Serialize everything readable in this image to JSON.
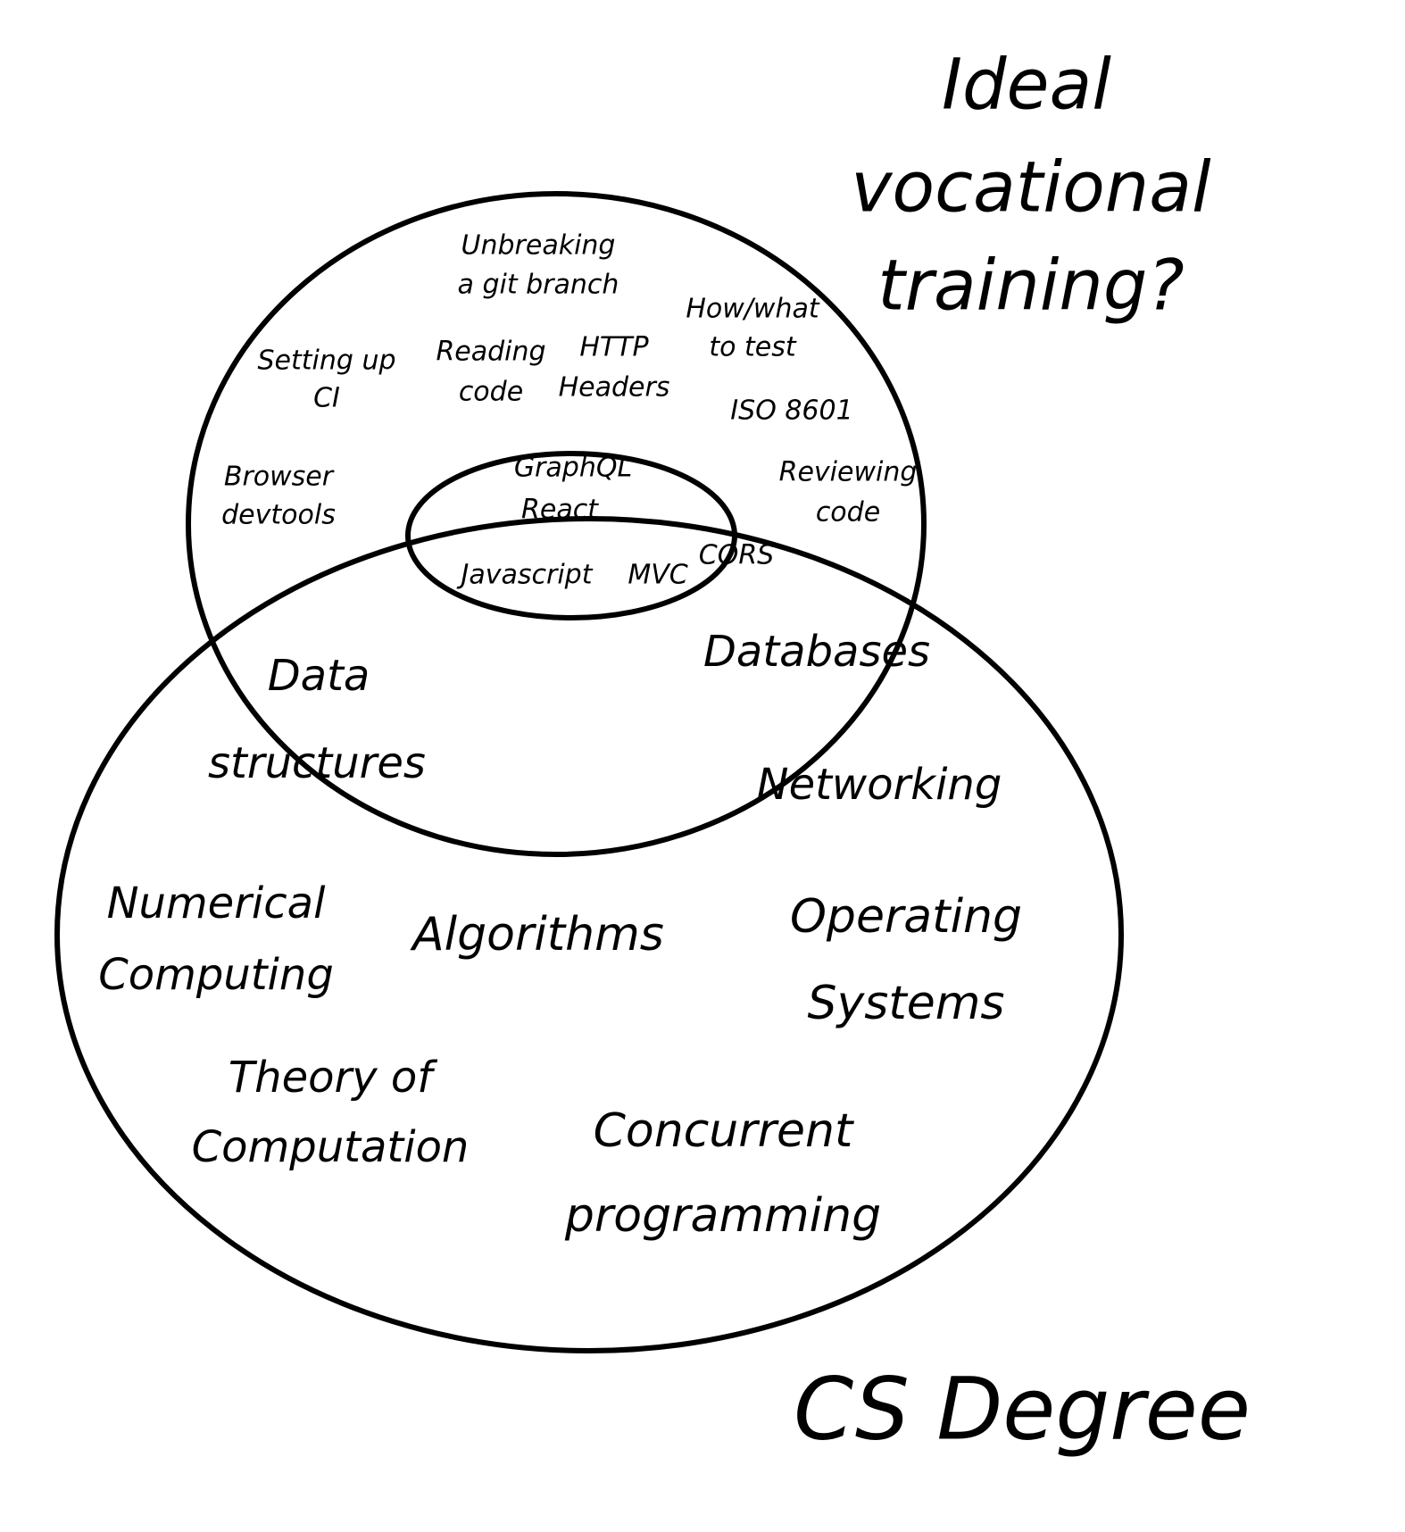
{
  "sets": {
    "vocational_label_lines": [
      "Ideal",
      "vocational",
      "training?"
    ],
    "cs_degree_label": "CS Degree"
  },
  "vocational_only": {
    "unbreaking": [
      "Unbreaking",
      "a git branch"
    ],
    "how_to_test": [
      "How/what",
      "to test"
    ],
    "setting_up_ci": [
      "Setting up",
      "CI"
    ],
    "reading_code": [
      "Reading",
      "code"
    ],
    "http_headers": [
      "HTTP",
      "Headers"
    ],
    "iso": "ISO 8601",
    "browser_devtools": [
      "Browser",
      "devtools"
    ],
    "reviewing_code": [
      "Reviewing",
      "code"
    ],
    "cors": "CORS"
  },
  "inner_overlap": {
    "graphql": "GraphQL",
    "react": "React",
    "javascript": "Javascript",
    "mvc": "MVC"
  },
  "shared": {
    "data_structures": [
      "Data",
      "structures"
    ],
    "databases": "Databases",
    "networking": "Networking"
  },
  "cs_only": {
    "numerical": [
      "Numerical",
      "Computing"
    ],
    "algorithms": "Algorithms",
    "operating_systems": [
      "Operating",
      "Systems"
    ],
    "theory": [
      "Theory of",
      "Computation"
    ],
    "concurrent": [
      "Concurrent",
      "programming"
    ]
  }
}
